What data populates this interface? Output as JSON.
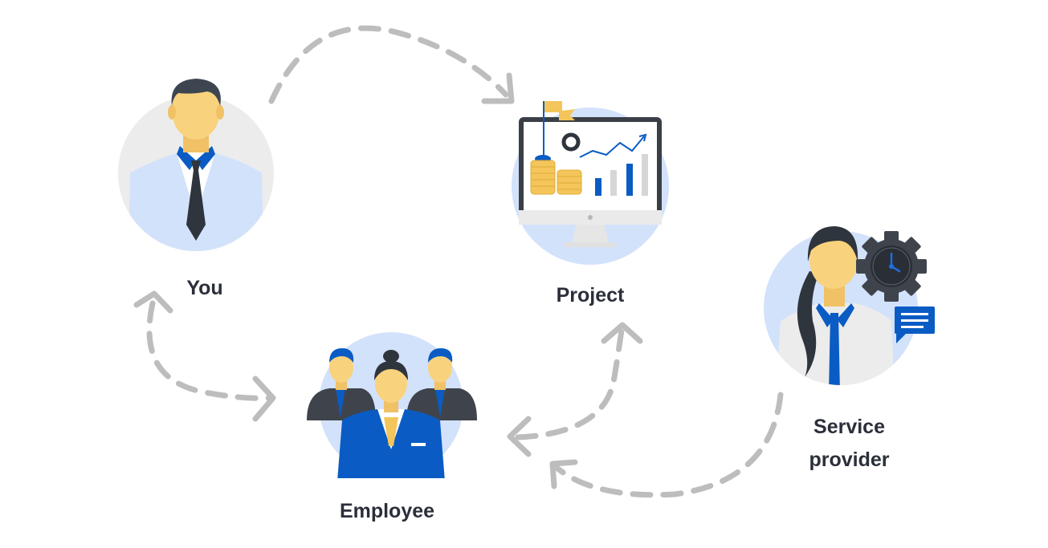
{
  "nodes": {
    "you": {
      "label": "You"
    },
    "project": {
      "label": "Project"
    },
    "employee": {
      "label": "Employee"
    },
    "service_provider": {
      "label": "Service provider"
    }
  },
  "colors": {
    "circle_fill": "#d3e2fb",
    "circle_fill_light": "#ececec",
    "skin": "#f9d27d",
    "hair": "#3d4550",
    "brand_blue": "#0a5cc4",
    "suit_dark": "#3f444c",
    "coin": "#f4c55a",
    "arrow": "#bdbdbd",
    "label_text": "#2b2f3a"
  },
  "icons": [
    "person-in-suit-icon",
    "monitor-chart-icon",
    "team-icon",
    "woman-support-icon",
    "gear-clock-icon",
    "chat-bubble-icon",
    "flag-icon"
  ]
}
